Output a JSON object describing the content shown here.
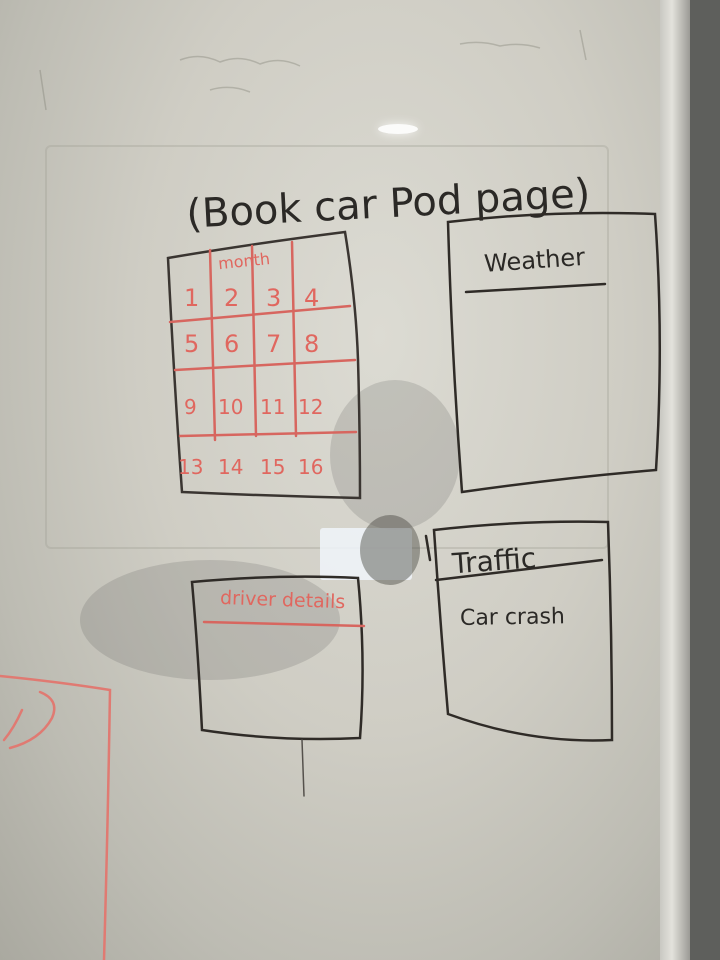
{
  "title": "(Book car Pod page)",
  "month_widget": {
    "label": "month",
    "days": [
      "1",
      "2",
      "3",
      "4",
      "5",
      "6",
      "7",
      "8",
      "9",
      "10",
      "11",
      "12",
      "13",
      "14",
      "15",
      "16"
    ]
  },
  "weather_widget": {
    "label": "Weather"
  },
  "driver_widget": {
    "label": "driver details"
  },
  "traffic_widget": {
    "label": "Traffic",
    "content": "Car crash"
  },
  "colors": {
    "black_ink": "#2b2926",
    "red_ink": "#e0675f",
    "board": "#d6d5cd"
  }
}
